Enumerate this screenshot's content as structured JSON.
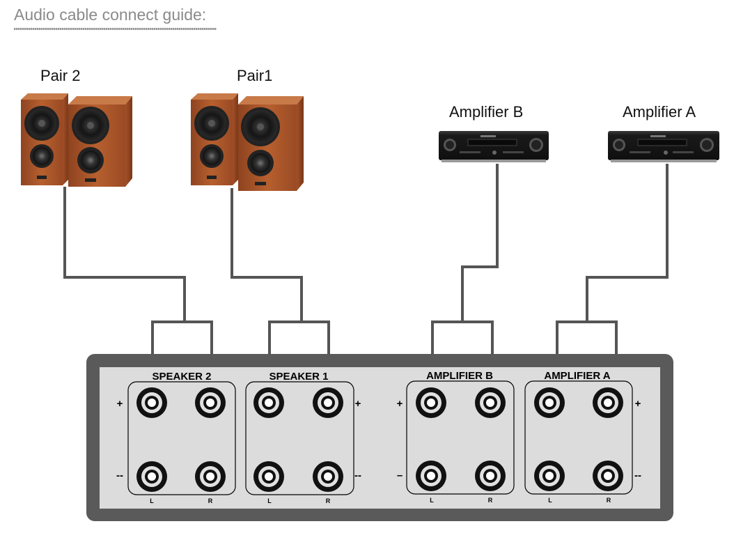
{
  "title": "Audio cable connect guide:",
  "devices": {
    "pair2": "Pair 2",
    "pair1": "Pair1",
    "amp_b": "Amplifier B",
    "amp_a": "Amplifier A"
  },
  "panel": {
    "speaker2": "SPEAKER 2",
    "speaker1": "SPEAKER 1",
    "amplifier_b": "AMPLIFIER B",
    "amplifier_a": "AMPLIFIER A",
    "plus": "+",
    "minus": "--",
    "minus_single": "–",
    "left": "L",
    "right": "R"
  },
  "colors": {
    "cable": "#555555",
    "panel_frame": "#5a5a5a",
    "panel_face": "#dcdcdc",
    "speaker_wood": "#a9552b",
    "amplifier_body": "#1c1c1c"
  }
}
